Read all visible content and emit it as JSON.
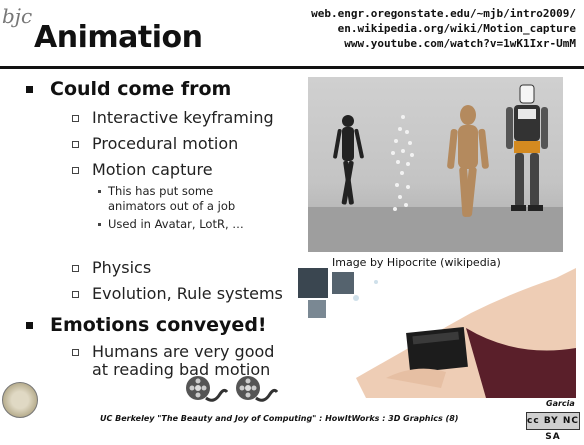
{
  "header": {
    "logo": "bjc",
    "title": "Animation",
    "urls": [
      "web.engr.oregonstate.edu/~mjb/intro2009/",
      "en.wikipedia.org/wiki/Motion_capture",
      "www.youtube.com/watch?v=1wK1Ixr-UmM"
    ]
  },
  "content": {
    "section1": {
      "heading": "Could come from",
      "items": [
        "Interactive keyframing",
        "Procedural motion",
        "Motion capture",
        "Physics",
        "Evolution, Rule systems"
      ],
      "subitems": [
        "This has put some",
        "animators out of a job",
        "Used in Avatar, LotR, …"
      ]
    },
    "section2": {
      "heading": "Emotions conveyed!",
      "items": [
        "Humans are very good",
        "at reading bad motion"
      ]
    }
  },
  "images": {
    "caption": "Image by Hipocrite (wikipedia)"
  },
  "footer": {
    "text": "UC Berkeley \"The Beauty and Joy of Computing\" : HowItWorks : 3D Graphics (8)",
    "author": "Garcia",
    "license": "cc BY NC SA"
  }
}
